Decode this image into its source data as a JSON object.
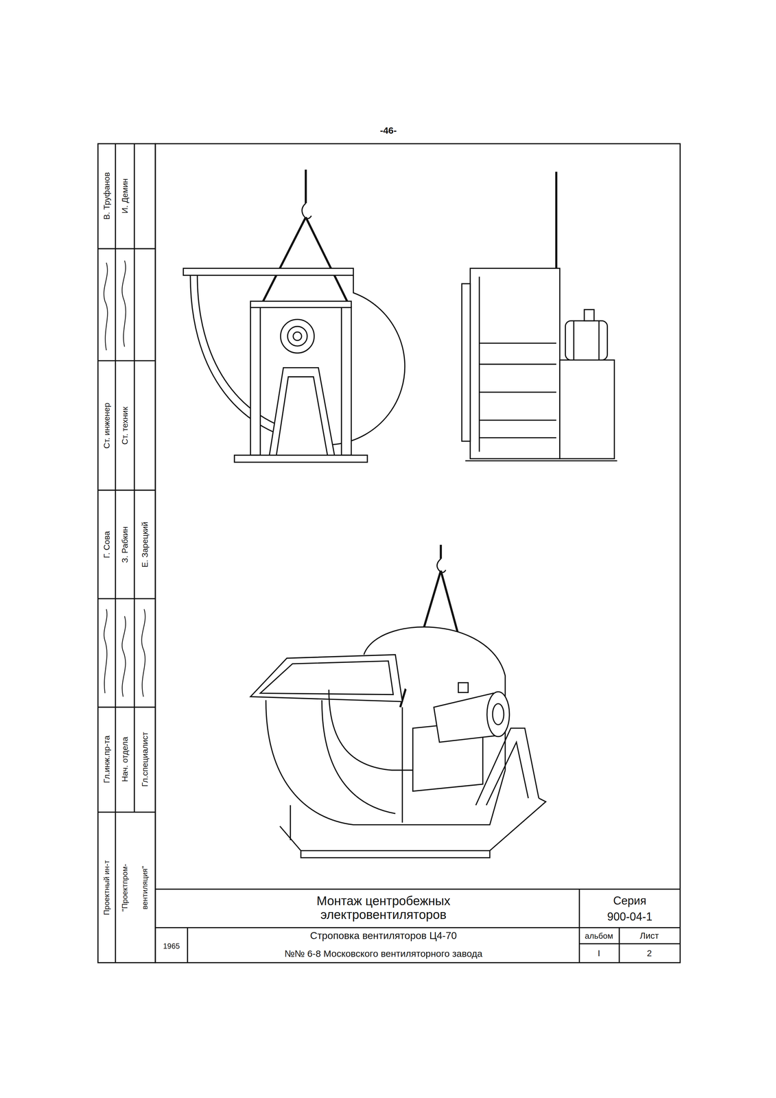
{
  "diagram": {
    "title": "Монтаж центробежных электровентиляторов",
    "labels": [
      "-46-",
      "Гл.инж.пр-та",
      "Нач. отдела",
      "Гл.специалист",
      "Г. Сова",
      "З. Рабкин",
      "Е. Зарецкий",
      "Ст. инженер",
      "Ст. техник",
      "В. Труфанов",
      "И. Демин",
      "Проектный ин-т",
      "\"Проектпром-",
      "вентиляция\"",
      "1965",
      "Серия",
      "900-04-1",
      "Строповка вентиляторов Ц4-70",
      "№№ 6-8 Московского вентиляторного завода",
      "альбом",
      "I",
      "Лист",
      "2"
    ]
  }
}
